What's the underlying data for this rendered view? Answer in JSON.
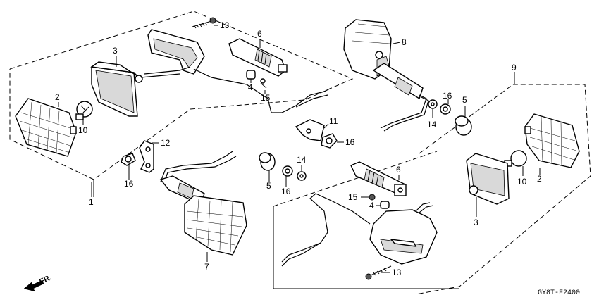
{
  "labels": {
    "l1": "1",
    "l2a": "2",
    "l2b": "2",
    "l3a": "3",
    "l3b": "3",
    "l4a": "4",
    "l4b": "4",
    "l5a": "5",
    "l5b": "5",
    "l6a": "6",
    "l6b": "6",
    "l7": "7",
    "l8": "8",
    "l9": "9",
    "l10a": "10",
    "l10b": "10",
    "l11": "11",
    "l12": "12",
    "l13a": "13",
    "l13b": "13",
    "l14a": "14",
    "l14b": "14",
    "l15a": "15",
    "l15b": "15",
    "l16a": "16",
    "l16b": "16",
    "l16c": "16",
    "l16d": "16"
  },
  "front_indicator": "FR.",
  "diagram_code": "GY8T-F2400"
}
